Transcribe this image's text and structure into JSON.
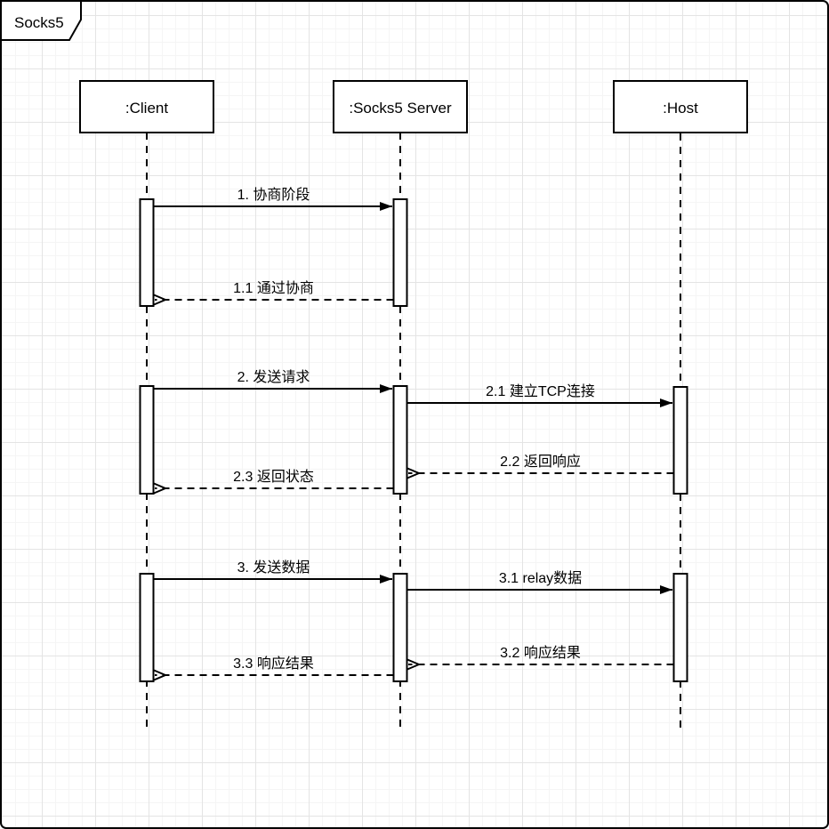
{
  "frame": {
    "title": "Socks5"
  },
  "participants": [
    {
      "id": "client",
      "label": ":Client"
    },
    {
      "id": "server",
      "label": ":Socks5 Server"
    },
    {
      "id": "host",
      "label": ":Host"
    }
  ],
  "messages": [
    {
      "seq": "1",
      "label": "1. 协商阶段",
      "from": "client",
      "to": "server",
      "line": "solid"
    },
    {
      "seq": "1.1",
      "label": "1.1 通过协商",
      "from": "server",
      "to": "client",
      "line": "dashed"
    },
    {
      "seq": "2",
      "label": "2. 发送请求",
      "from": "client",
      "to": "server",
      "line": "solid"
    },
    {
      "seq": "2.1",
      "label": "2.1 建立TCP连接",
      "from": "server",
      "to": "host",
      "line": "solid"
    },
    {
      "seq": "2.2",
      "label": "2.2 返回响应",
      "from": "host",
      "to": "server",
      "line": "dashed"
    },
    {
      "seq": "2.3",
      "label": "2.3 返回状态",
      "from": "server",
      "to": "client",
      "line": "dashed"
    },
    {
      "seq": "3",
      "label": "3. 发送数据",
      "from": "client",
      "to": "server",
      "line": "solid"
    },
    {
      "seq": "3.1",
      "label": "3.1 relay数据",
      "from": "server",
      "to": "host",
      "line": "solid"
    },
    {
      "seq": "3.2",
      "label": "3.2 响应结果",
      "from": "host",
      "to": "server",
      "line": "dashed"
    },
    {
      "seq": "3.3",
      "label": "3.3 响应结果",
      "from": "server",
      "to": "client",
      "line": "dashed"
    }
  ],
  "colors": {
    "stroke": "#000000",
    "shape_fill": "#ffffff",
    "background": "#ffffff",
    "grid_minor": "#f5f5f5",
    "grid_major": "#e4e4e4"
  }
}
